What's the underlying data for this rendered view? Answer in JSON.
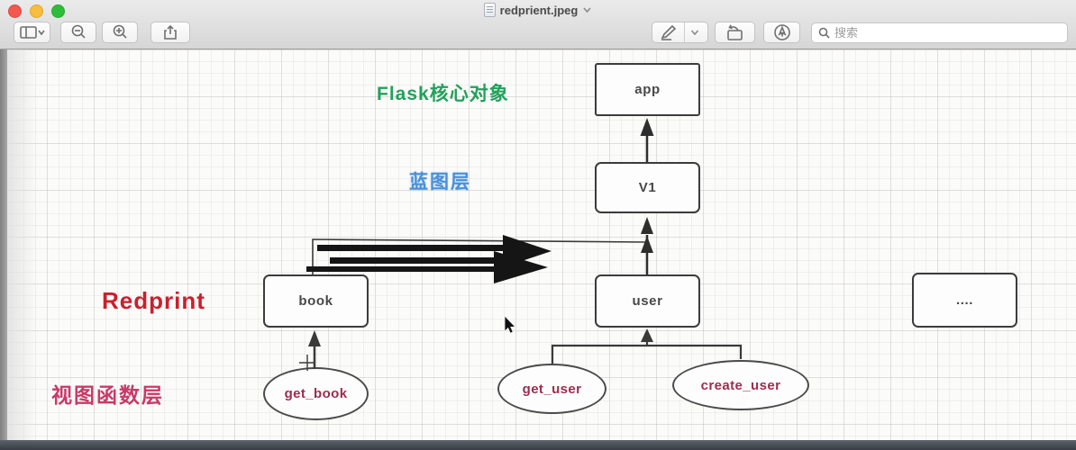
{
  "window": {
    "title": "redprient.jpeg",
    "toolbar": {
      "search_placeholder": "搜索"
    },
    "icon_names": [
      "close-icon",
      "minimize-icon",
      "zoom-window-icon",
      "sidebar-icon",
      "chevron-down-icon",
      "zoom-out-icon",
      "zoom-in-icon",
      "share-icon",
      "markup-pen-icon",
      "rotate-left-icon",
      "markup-circle-icon",
      "search-icon",
      "document-proxy-icon"
    ]
  },
  "diagram": {
    "labels": {
      "flask_core": "Flask核心对象",
      "blueprint_layer": "蓝图层",
      "redprint": "Redprint",
      "view_function_layer": "视图函数层"
    },
    "nodes": {
      "app": "app",
      "v1": "V1",
      "book": "book",
      "user": "user",
      "more": "....",
      "get_book": "get_book",
      "get_user": "get_user",
      "create_user": "create_user"
    },
    "colors": {
      "flask_core_green": "#23a15b",
      "blueprint_blue": "#4a90d8",
      "redprint_red": "#c9202e",
      "view_function_pink": "#c83a68",
      "function_label_maroon": "#9e2c4e",
      "arrow_black": "#1a1a1a"
    }
  }
}
